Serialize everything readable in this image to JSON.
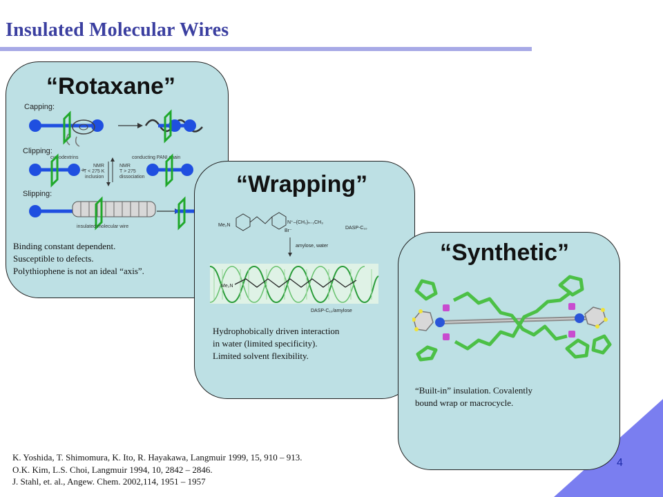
{
  "slide": {
    "title": "Insulated Molecular Wires",
    "page_number": "4",
    "accent_color": "#3b3fa0",
    "panel_color": "#bde0e4",
    "corner_color": "#7a7ef0"
  },
  "panels": [
    {
      "heading": "“Rotaxane”",
      "figure": {
        "capping_label": "Capping:",
        "clipping_label": "Clipping:",
        "slipping_label": "Slipping:",
        "cyclodextrins_label": "cyclodextrins",
        "pani_label": "conducting PANI chain",
        "nmr_left": "NMR",
        "nmr_right": "NMR",
        "temp_low": "T < 275 K",
        "temp_high": "T > 275",
        "inclusion_label": "inclusion",
        "dissociation_label": "dissociation",
        "wire_label": "insulated molecular wire"
      },
      "notes": [
        "Binding constant dependent.",
        "Susceptible to defects.",
        "Polythiophene is not an ideal “axis”."
      ]
    },
    {
      "heading": "“Wrapping”",
      "figure": {
        "dye_left": "Me₂N",
        "dye_right": "N⁺–(CH₂)ₙ₋₁CH₃",
        "counterion": "Br⁻",
        "dasp_label": "DASP-C₁₀",
        "reagent_label": "amylose, water",
        "complex_left": "Me₂N",
        "complex_label": "DASP-C₁₀/amylose"
      },
      "notes": [
        "Hydrophobically driven interaction",
        "in water (limited specificity).",
        "Limited solvent flexibility."
      ]
    },
    {
      "heading": "“Synthetic”",
      "notes": [
        "“Built-in” insulation. Covalently",
        "bound wrap or macrocycle."
      ]
    }
  ],
  "references": [
    "K. Yoshida, T. Shimomura, K. Ito, R. Hayakawa, Langmuir 1999, 15, 910 – 913.",
    "O.K. Kim, L.S. Choi, Langmuir 1994, 10, 2842 – 2846.",
    "J. Stahl, et. al., Angew. Chem. 2002,114, 1951 – 1957"
  ]
}
